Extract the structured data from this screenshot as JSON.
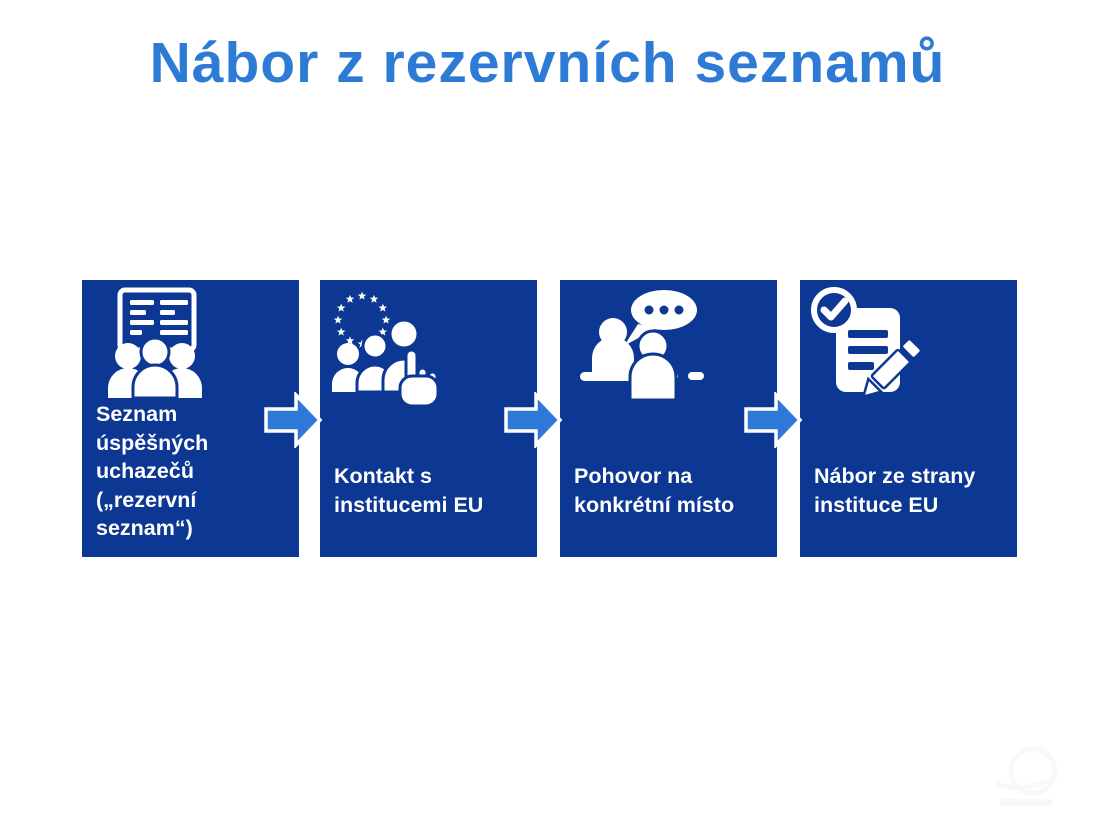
{
  "title": "Nábor z rezervních seznamů",
  "colors": {
    "title_blue": "#2E7BD6",
    "box_blue": "#0C3793",
    "arrow_blue": "#2E79D8",
    "arrow_outline": "#FFFFFF",
    "label_white": "#FFFFFF",
    "background": "#FFFFFF"
  },
  "steps": [
    {
      "label": "Seznam úspěšných uchazečů („rezervní seznam“)",
      "icon": "reserve-list-audience-icon"
    },
    {
      "label": "Kontakt s institucemi EU",
      "icon": "eu-institutions-contact-icon"
    },
    {
      "label": "Pohovor na konkrétní místo",
      "icon": "job-interview-icon"
    },
    {
      "label": "Nábor ze strany instituce EU",
      "icon": "recruitment-signed-document-icon"
    }
  ]
}
